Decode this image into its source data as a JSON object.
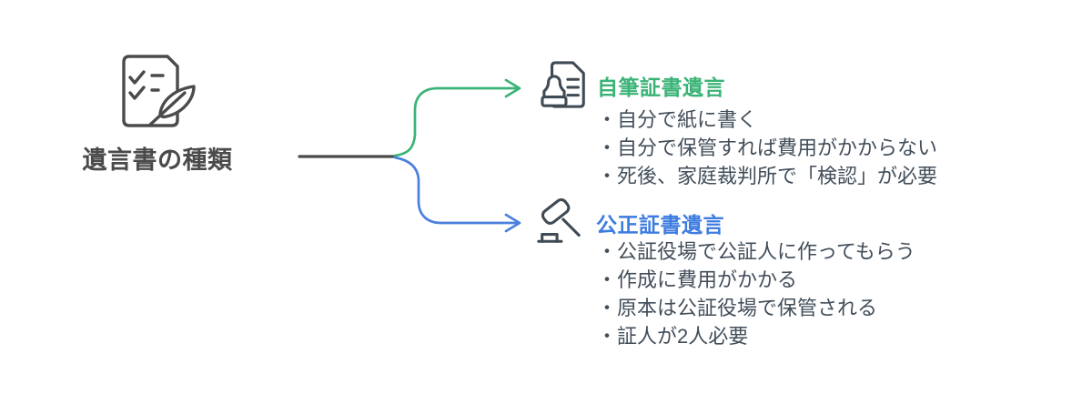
{
  "diagram": {
    "type": "mindmap-flowchart",
    "background_color": "#ffffff"
  },
  "root": {
    "label": "遺言書の種類",
    "icon": "document-checklist-quill-icon",
    "text_color": "#4a4a4a",
    "connector_color": "#4a4a4a"
  },
  "branches": [
    {
      "id": "holograph-will",
      "title": "自筆証書遺言",
      "icon": "stamped-document-icon",
      "accent_color": "#3bb377",
      "items": [
        "・自分で紙に書く",
        "・自分で保管すれば費用がかからない",
        "・死後、家庭裁判所で「検認」が必要"
      ]
    },
    {
      "id": "notarized-will",
      "title": "公正証書遺言",
      "icon": "gavel-icon",
      "accent_color": "#3d7ce0",
      "items": [
        "・公証役場で公証人に作ってもらう",
        "・作成に費用がかかる",
        "・原本は公証役場で保管される",
        "・証人が2人必要"
      ]
    }
  ],
  "colors": {
    "body_text": "#424e5a",
    "icon_stroke": "#3f4a54",
    "green_line": "#3bb377",
    "blue_line": "#4b80dc",
    "trunk_line": "#4a4a4a"
  }
}
